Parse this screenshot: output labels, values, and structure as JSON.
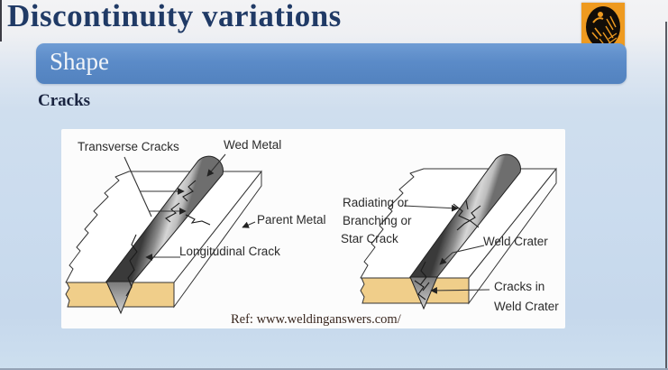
{
  "slide": {
    "title": "Discontinuity variations",
    "banner": {
      "label": "Shape"
    },
    "heading": "Cracks",
    "reference": "Ref: www.weldinganswers.com/"
  },
  "diagrams": {
    "left": {
      "labels": {
        "transverse_cracks": "Transverse Cracks",
        "weld_metal": "Wed Metal",
        "parent_metal": "Parent Metal",
        "longitudinal_crack": "Longitudinal Crack"
      }
    },
    "right": {
      "labels": {
        "radiating_1": "Radiating or",
        "radiating_2": "Branching or",
        "radiating_3": "Star Crack",
        "weld_crater": "Weld Crater",
        "cracks_in_1": "Cracks in",
        "cracks_in_2": "Weld Crater"
      }
    }
  },
  "colors": {
    "title_navy": "#203a66",
    "banner_blue": "#5b8bc8",
    "background_blue": "#cbdcee",
    "panel_white": "#fcfcfc",
    "parent_metal_tan": "#f0ce8a",
    "weld_bead_gray": "#8a8a8a",
    "logo_orange": "#ee9a20"
  }
}
